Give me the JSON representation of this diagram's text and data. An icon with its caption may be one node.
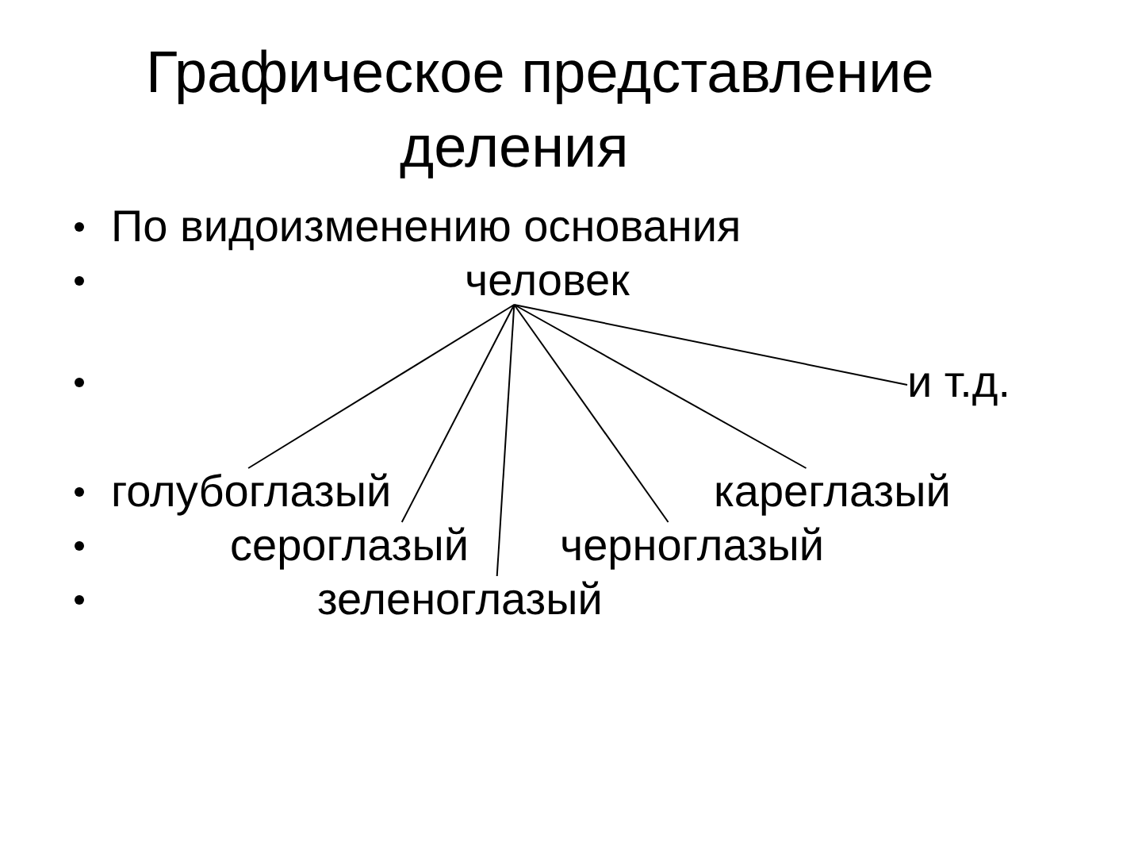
{
  "diagram": {
    "title": "Графическое представление деления",
    "nodes": [
      {
        "text": [
          "человек"
        ]
      },
      {
        "text": [
          "и т.д."
        ]
      },
      {
        "text": [
          "голубоглазый"
        ]
      },
      {
        "text": [
          "кареглазый"
        ]
      },
      {
        "text": [
          "сероглазый"
        ]
      },
      {
        "text": [
          "черноглазый"
        ]
      },
      {
        "text": [
          "зеленоглазый"
        ]
      }
    ],
    "edges": [
      {
        "from": 0,
        "to": 2,
        "arrow": "none"
      },
      {
        "from": 0,
        "to": 4,
        "arrow": "none"
      },
      {
        "from": 0,
        "to": 6,
        "arrow": "none"
      },
      {
        "from": 0,
        "to": 5,
        "arrow": "none"
      },
      {
        "from": 0,
        "to": 3,
        "arrow": "none"
      },
      {
        "from": 0,
        "to": 1,
        "arrow": "none"
      }
    ],
    "labels": [
      "По видоизменению основания"
    ]
  }
}
